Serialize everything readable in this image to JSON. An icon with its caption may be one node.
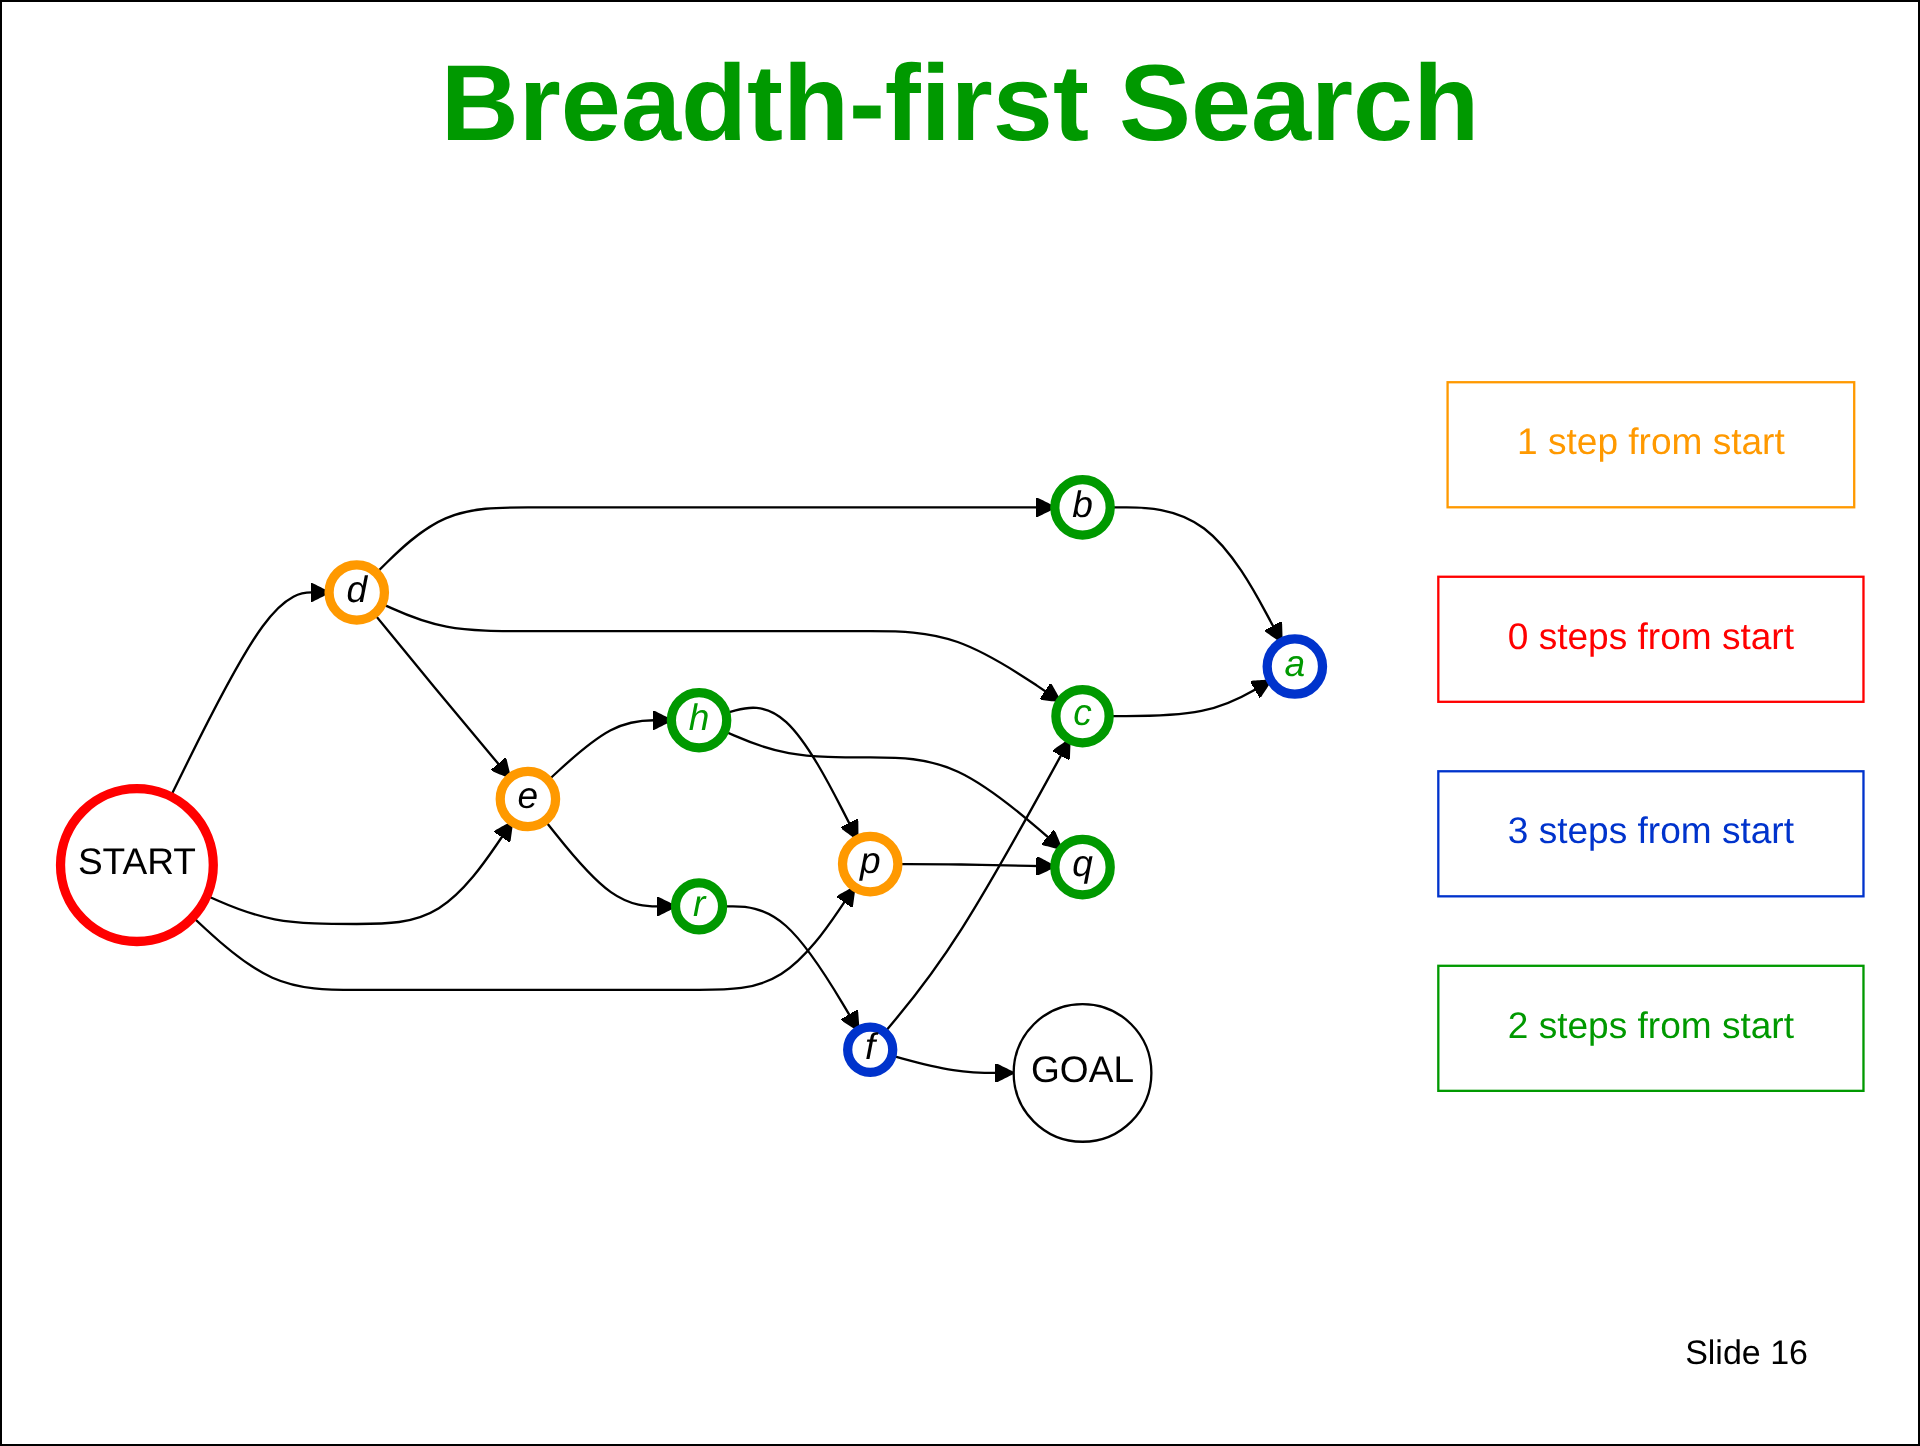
{
  "diagram": {
    "title": "Breadth-first Search",
    "nodes": [
      {
        "text": [
          "1 step from start"
        ]
      },
      {
        "text": [
          "a"
        ]
      },
      {
        "text": [
          "GOAL"
        ]
      },
      {
        "text": [
          "b"
        ]
      },
      {
        "text": [
          "c"
        ]
      },
      {
        "text": [
          "0 steps from start"
        ]
      },
      {
        "text": [
          "e"
        ]
      },
      {
        "text": [
          "d"
        ]
      },
      {
        "text": [
          "f"
        ]
      },
      {
        "text": [
          "START"
        ]
      },
      {
        "text": [
          "h"
        ]
      },
      {
        "text": [
          "3 steps from start"
        ]
      },
      {
        "text": [
          "p"
        ]
      },
      {
        "text": [
          "r"
        ]
      },
      {
        "text": [
          "q"
        ]
      },
      {
        "text": [
          "2 steps from start"
        ]
      }
    ],
    "edges": [
      {
        "from": 3,
        "to": 1,
        "arrow": "to"
      },
      {
        "from": 4,
        "to": 1,
        "arrow": "to"
      },
      {
        "from": 7,
        "to": 3,
        "arrow": "to"
      },
      {
        "from": 7,
        "to": 4,
        "arrow": "to"
      },
      {
        "from": 7,
        "to": 6,
        "arrow": "to"
      },
      {
        "from": 9,
        "to": 7,
        "arrow": "to"
      },
      {
        "from": 9,
        "to": 6,
        "arrow": "to"
      },
      {
        "from": 9,
        "to": 12,
        "arrow": "to"
      },
      {
        "from": 6,
        "to": 10,
        "arrow": "to"
      },
      {
        "from": 6,
        "to": 13,
        "arrow": "to"
      },
      {
        "from": 10,
        "to": 12,
        "arrow": "to"
      },
      {
        "from": 10,
        "to": 14,
        "arrow": "to"
      },
      {
        "from": 12,
        "to": 14,
        "arrow": "to"
      },
      {
        "from": 13,
        "to": 8,
        "arrow": "to"
      },
      {
        "from": 8,
        "to": 4,
        "arrow": "to"
      },
      {
        "from": 8,
        "to": 2,
        "arrow": "to"
      }
    ],
    "labels": [
      "Slide 16"
    ]
  }
}
